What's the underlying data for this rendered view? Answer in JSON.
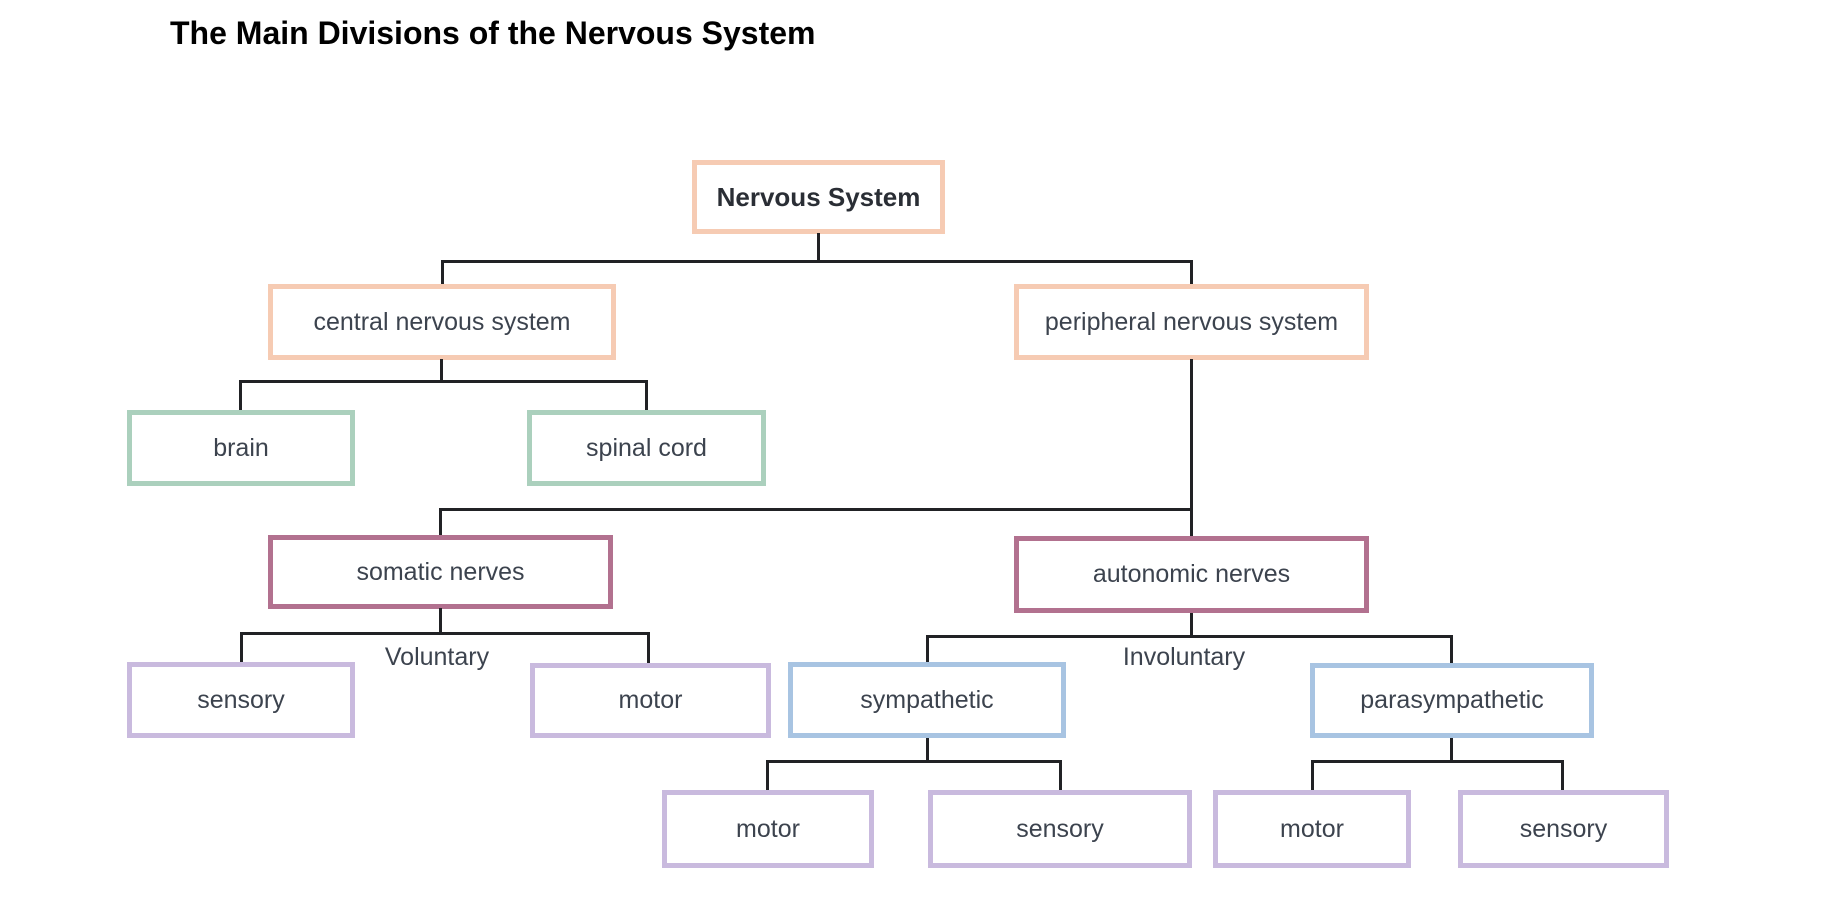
{
  "title": "The Main Divisions of the Nervous System",
  "palette": {
    "peach": "#f6cbb3",
    "green": "#abd0bd",
    "mauve": "#b2718f",
    "blue": "#a8c4e2",
    "lavender": "#c9bade",
    "line": "#212225",
    "node_text": "#3c434e"
  },
  "diagram": {
    "nodes": [
      {
        "id": "nervous-system",
        "label": "Nervous System",
        "color": "peach",
        "bold": true
      },
      {
        "id": "central-nervous-system",
        "label": "central nervous system",
        "color": "peach"
      },
      {
        "id": "peripheral-nervous-system",
        "label": "peripheral nervous system",
        "color": "peach"
      },
      {
        "id": "brain",
        "label": "brain",
        "color": "green"
      },
      {
        "id": "spinal-cord",
        "label": "spinal cord",
        "color": "green"
      },
      {
        "id": "somatic-nerves",
        "label": "somatic nerves",
        "color": "mauve"
      },
      {
        "id": "autonomic-nerves",
        "label": "autonomic nerves",
        "color": "mauve"
      },
      {
        "id": "somatic-sensory",
        "label": "sensory",
        "color": "lavender"
      },
      {
        "id": "somatic-motor",
        "label": "motor",
        "color": "lavender"
      },
      {
        "id": "sympathetic",
        "label": "sympathetic",
        "color": "blue"
      },
      {
        "id": "parasympathetic",
        "label": "parasympathetic",
        "color": "blue"
      },
      {
        "id": "sympathetic-motor",
        "label": "motor",
        "color": "lavender"
      },
      {
        "id": "sympathetic-sensory",
        "label": "sensory",
        "color": "lavender"
      },
      {
        "id": "parasympathetic-motor",
        "label": "motor",
        "color": "lavender"
      },
      {
        "id": "parasympathetic-sensory",
        "label": "sensory",
        "color": "lavender"
      }
    ],
    "branch_labels": [
      {
        "id": "voluntary",
        "label": "Voluntary"
      },
      {
        "id": "involuntary",
        "label": "Involuntary"
      }
    ]
  }
}
